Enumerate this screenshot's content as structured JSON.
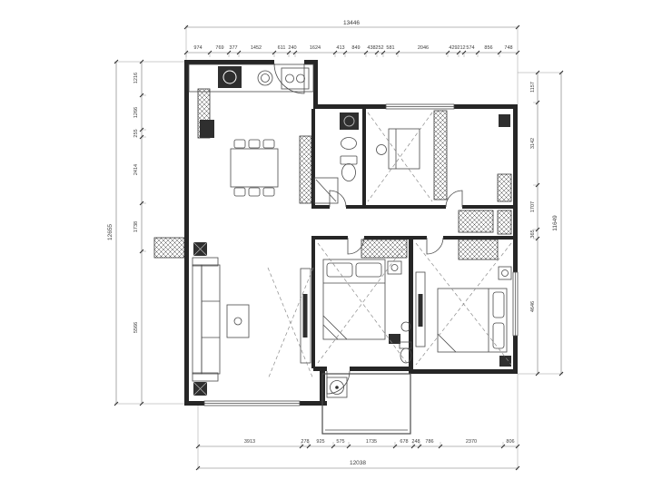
{
  "drawing": {
    "type": "residential floor plan",
    "units": "mm",
    "colors": {
      "wall": "#262626",
      "line": "#4a4a4a",
      "dimension_text": "#3c3c3c",
      "background": "#ffffff"
    }
  },
  "dimensions": {
    "top": {
      "total": "13446",
      "segments": [
        "974",
        "769",
        "377",
        "1452",
        "611",
        "240",
        "1624",
        "413",
        "849",
        "438",
        "252",
        "581",
        "2046",
        "429",
        "212",
        "574",
        "856",
        "748"
      ]
    },
    "bottom": {
      "total": "12038",
      "segments": [
        "3913",
        "278",
        "925",
        "575",
        "1735",
        "678",
        "248",
        "786",
        "2370",
        "806"
      ]
    },
    "left": {
      "total": "12655",
      "segments": [
        "1216",
        "1266",
        "255",
        "2414",
        "1738",
        "5566"
      ]
    },
    "right": {
      "total": "11649",
      "segments": [
        "1157",
        "3142",
        "1707",
        "365",
        "4646"
      ]
    }
  }
}
